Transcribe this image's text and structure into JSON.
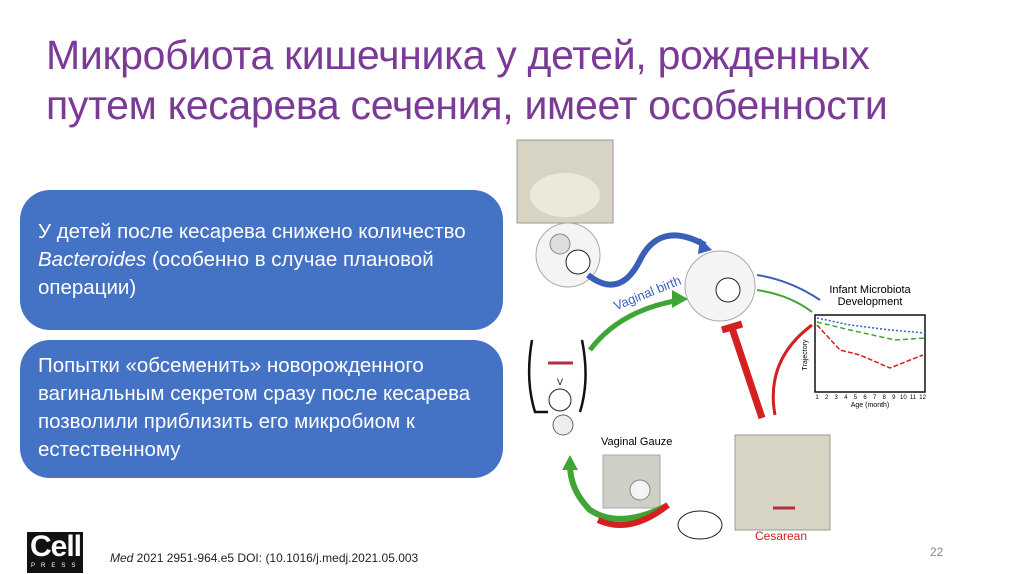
{
  "slide": {
    "title_line1": "Микробиота кишечника у детей, рожденных",
    "title_line2": "путем кесарева сечения, имеет особенности",
    "box1": {
      "pre": "У детей после кесарева снижено количество ",
      "italic": "Bacteroides",
      "post": " (особенно в случае плановой операции)"
    },
    "box2": {
      "text": "Попытки «обсеменить» новорожденного вагинальным секретом сразу после кесарева позволили приблизить его микробиом к естественному"
    },
    "citation": {
      "journal": "Med",
      "rest": " 2021 2951-964.e5 DOI: (10.1016/j.medj.2021.05.003"
    },
    "logo": {
      "main": "Cell",
      "sub": "PRESS"
    },
    "page_number": "22",
    "colors": {
      "title": "#7a3a96",
      "box": "#4472c4"
    }
  },
  "figure": {
    "vaginal_birth": "Vaginal birth",
    "chart_title_1": "Infant Microbiota",
    "chart_title_2": "Development",
    "ylabel": "Trajectory",
    "xlabel": "Age (month)",
    "xticks": [
      "1",
      "2",
      "3",
      "4",
      "5",
      "6",
      "7",
      "8",
      "9",
      "10",
      "11",
      "12"
    ],
    "v_label": "V",
    "vaginal_gauze": "Vaginal Gauze",
    "cesarean": "Cesarean",
    "colors": {
      "vaginal": "#3a5fb8",
      "gauze": "#3fa535",
      "cesarean": "#d42020"
    }
  }
}
